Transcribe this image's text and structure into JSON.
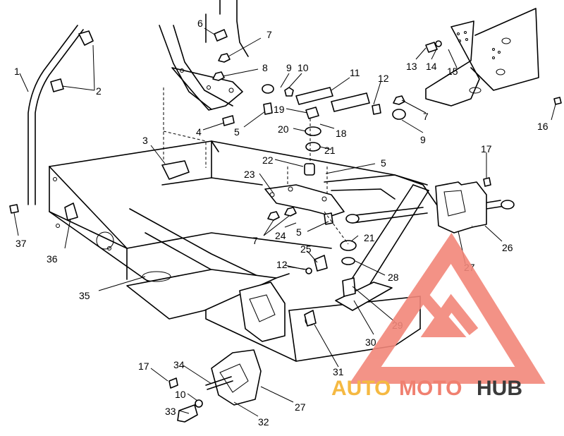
{
  "diagram": {
    "callouts": [
      {
        "id": "c1",
        "label": "1"
      },
      {
        "id": "c2",
        "label": "2"
      },
      {
        "id": "c3",
        "label": "3"
      },
      {
        "id": "c4",
        "label": "4"
      },
      {
        "id": "c5a",
        "label": "5"
      },
      {
        "id": "c5b",
        "label": "5"
      },
      {
        "id": "c5c",
        "label": "5"
      },
      {
        "id": "c6",
        "label": "6"
      },
      {
        "id": "c7a",
        "label": "7"
      },
      {
        "id": "c7b",
        "label": "7"
      },
      {
        "id": "c7c",
        "label": "7"
      },
      {
        "id": "c8",
        "label": "8"
      },
      {
        "id": "c9a",
        "label": "9"
      },
      {
        "id": "c9b",
        "label": "9"
      },
      {
        "id": "c10a",
        "label": "10"
      },
      {
        "id": "c10b",
        "label": "10"
      },
      {
        "id": "c11",
        "label": "11"
      },
      {
        "id": "c12a",
        "label": "12"
      },
      {
        "id": "c12b",
        "label": "12"
      },
      {
        "id": "c13",
        "label": "13"
      },
      {
        "id": "c14",
        "label": "14"
      },
      {
        "id": "c15",
        "label": "15"
      },
      {
        "id": "c16",
        "label": "16"
      },
      {
        "id": "c17a",
        "label": "17"
      },
      {
        "id": "c17b",
        "label": "17"
      },
      {
        "id": "c18",
        "label": "18"
      },
      {
        "id": "c19",
        "label": "19"
      },
      {
        "id": "c20",
        "label": "20"
      },
      {
        "id": "c21a",
        "label": "21"
      },
      {
        "id": "c21b",
        "label": "21"
      },
      {
        "id": "c22",
        "label": "22"
      },
      {
        "id": "c23",
        "label": "23"
      },
      {
        "id": "c24",
        "label": "24"
      },
      {
        "id": "c25",
        "label": "25"
      },
      {
        "id": "c26",
        "label": "26"
      },
      {
        "id": "c27a",
        "label": "27"
      },
      {
        "id": "c27b",
        "label": "27"
      },
      {
        "id": "c28",
        "label": "28"
      },
      {
        "id": "c29",
        "label": "29"
      },
      {
        "id": "c30",
        "label": "30"
      },
      {
        "id": "c31",
        "label": "31"
      },
      {
        "id": "c32",
        "label": "32"
      },
      {
        "id": "c33",
        "label": "33"
      },
      {
        "id": "c34",
        "label": "34"
      },
      {
        "id": "c35",
        "label": "35"
      },
      {
        "id": "c36",
        "label": "36"
      },
      {
        "id": "c37",
        "label": "37"
      }
    ]
  },
  "watermark": {
    "brand_part1": "AUTO",
    "brand_part2": "MOTO",
    "brand_part3": "HUB",
    "color_part1": "#f5b942",
    "color_part2": "#f08070",
    "color_part3": "#3a3a3a",
    "logo_color": "#f2877a"
  }
}
